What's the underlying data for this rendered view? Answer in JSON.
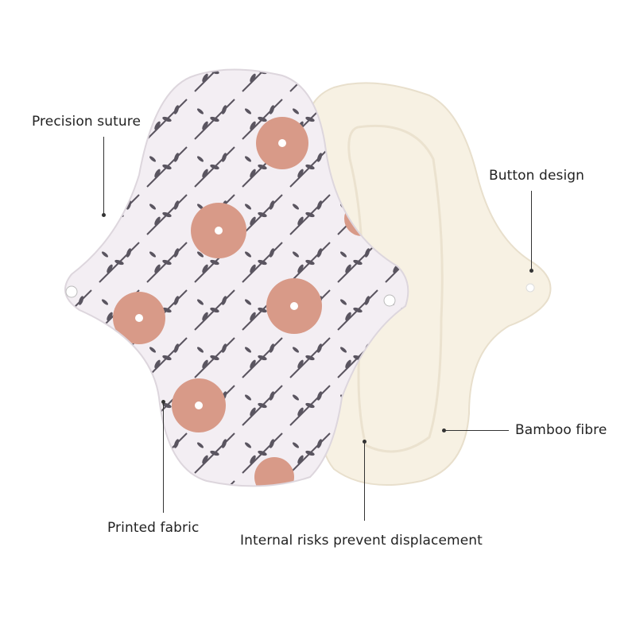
{
  "annotations": {
    "precision_suture": "Precision suture",
    "button_design": "Button design",
    "bamboo_fibre": "Bamboo fibre",
    "printed_fabric": "Printed fabric",
    "internal_risks": "Internal risks prevent displacement"
  },
  "colors": {
    "print_background": "#f3eef3",
    "leaf": "#5a5560",
    "flower": "#d89a88",
    "bamboo": "#f7f1e3"
  }
}
